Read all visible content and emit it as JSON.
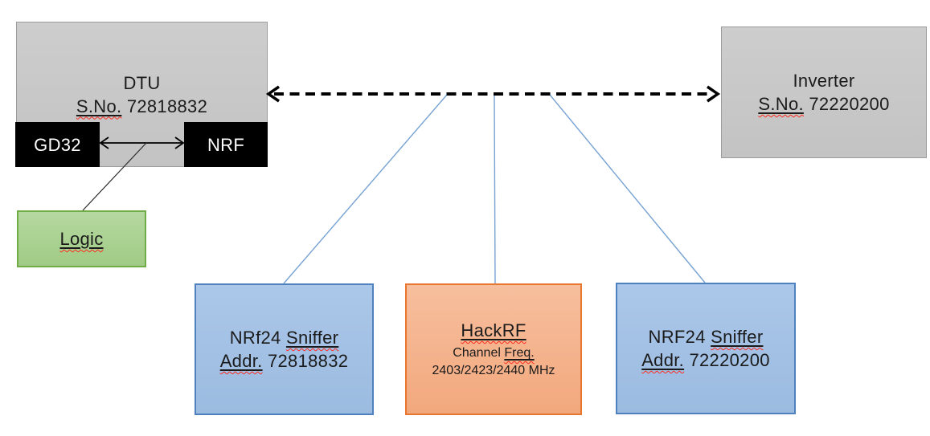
{
  "diagram": {
    "dtu": {
      "title": "DTU",
      "serial_label": "S.No.",
      "serial_number": " 72818832"
    },
    "gd32_label": "GD32",
    "nrf_label": "NRF",
    "logic_label": "Logic",
    "inverter": {
      "title": "Inverter",
      "serial_label": "S.No.",
      "serial_number": " 72220200"
    },
    "sniffer_left": {
      "device": "NRf24 ",
      "device_type": "Sniffer",
      "addr_label": "Addr.",
      "addr_number": " 72818832"
    },
    "hackrf": {
      "title": "HackRF",
      "channel_word": "Channel ",
      "freq_label": "Freq.",
      "frequencies": "2403/2423/2440 MHz"
    },
    "sniffer_right": {
      "device": "NRF24 ",
      "device_type": "Sniffer",
      "addr_label": "Addr.",
      "addr_number": " 72220200"
    }
  },
  "colors": {
    "gray_box_fill": "#C7C7C7",
    "gray_box_border": "#9B9B9B",
    "black_chip_fill": "#000000",
    "green_box_fill": "#A9CE8E",
    "green_box_border": "#70AD47",
    "blue_box_fill": "#A3C1E5",
    "blue_box_border": "#4E81BD",
    "orange_box_fill": "#F4B183",
    "orange_box_border": "#E8762F",
    "connector_blue": "#75A2D3",
    "connector_black": "#000000",
    "spellcheck_squiggle": "#FF2A1F",
    "text": "#1B1B1B"
  }
}
